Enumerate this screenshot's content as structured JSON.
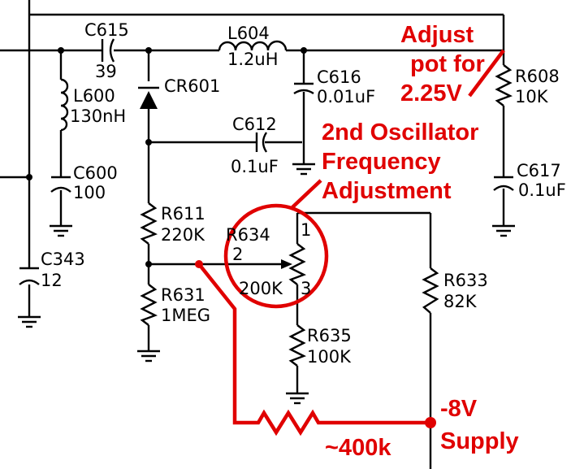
{
  "components": {
    "c615": {
      "ref": "C615",
      "value": "39"
    },
    "l604": {
      "ref": "L604",
      "value": "1.2uH"
    },
    "cr601": {
      "ref": "CR601"
    },
    "c616": {
      "ref": "C616",
      "value": "0.01uF"
    },
    "r608": {
      "ref": "R608",
      "value": "10K"
    },
    "l600": {
      "ref": "L600",
      "value": "130nH"
    },
    "c612": {
      "ref": "C612",
      "value": "0.1uF"
    },
    "c600": {
      "ref": "C600",
      "value": "100"
    },
    "c617": {
      "ref": "C617",
      "value": "0.1uF"
    },
    "r611": {
      "ref": "R611",
      "value": "220K"
    },
    "r634": {
      "ref": "R634",
      "value": "200K",
      "pin1": "1",
      "pin2": "2",
      "pin3": "3"
    },
    "c343": {
      "ref": "C343",
      "value": "12"
    },
    "r633": {
      "ref": "R633",
      "value": "82K"
    },
    "r631": {
      "ref": "R631",
      "value": "1MEG"
    },
    "r635": {
      "ref": "R635",
      "value": "100K"
    }
  },
  "annotations": {
    "adjust_line1": "Adjust",
    "adjust_line2": "pot for",
    "adjust_line3": "2.25V",
    "osc_line1": "2nd Oscillator",
    "osc_line2": "Frequency",
    "osc_line3": "Adjustment",
    "supply_line1": "-8V",
    "supply_line2": "Supply",
    "added_resistor": "~400k"
  },
  "colors": {
    "annotation": "#e00000",
    "wire": "#000000"
  }
}
